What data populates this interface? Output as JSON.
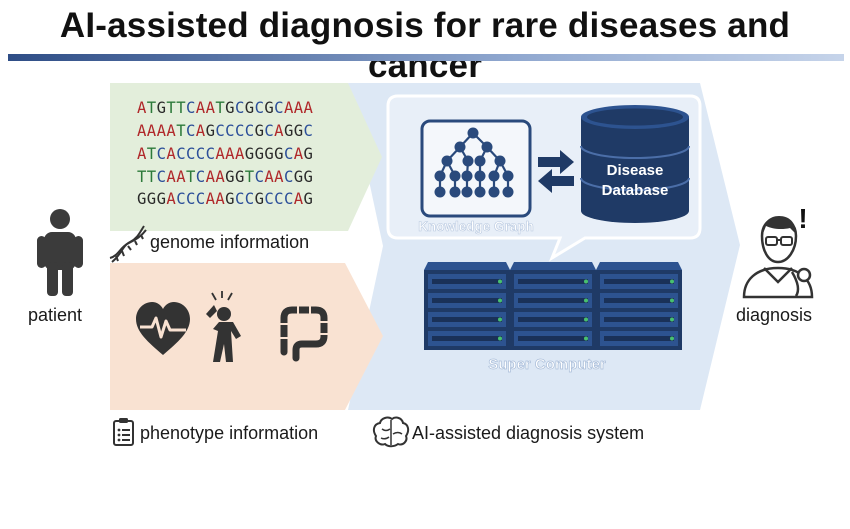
{
  "title": "AI-assisted diagnosis for rare diseases and cancer",
  "genome": {
    "sequence_lines": [
      "ATGTTCAATGCGCGCAAA",
      "AAAATCAGCCCCGCAGGC",
      "ATCACCCCAAAGGGGCAG",
      "TTCAATCAAGGTCAACGG",
      "GGGACCCAAGCCGCCCAG"
    ],
    "label": "genome information",
    "base_colors": {
      "A": "#b0282a",
      "T": "#2d7a3a",
      "G": "#2a2a2a",
      "C": "#2c4f99"
    }
  },
  "patient": {
    "label": "patient",
    "icon": "person-icon"
  },
  "phenotype": {
    "label": "phenotype information",
    "icons": [
      "heart-rate-icon",
      "pain-person-icon",
      "intestine-icon",
      "clipboard-icon"
    ]
  },
  "system": {
    "knowledge_graph_label": "Knowledge Graph",
    "database_label_line1": "Disease",
    "database_label_line2": "Database",
    "supercomputer_label": "Super Computer",
    "label": "AI-assisted diagnosis system",
    "icons": [
      "knowledge-graph-icon",
      "database-icon",
      "exchange-arrows-icon",
      "server-rack-icon",
      "brain-icon"
    ]
  },
  "diagnosis": {
    "label": "diagnosis",
    "alert": "!",
    "icon": "doctor-icon"
  },
  "colors": {
    "title_bar": "#2e4d86",
    "genome_panel": "#e3eedb",
    "phenotype_panel": "#f9e2d2",
    "system_panel": "#dde8f5",
    "dark_navy": "#1f3a66"
  }
}
